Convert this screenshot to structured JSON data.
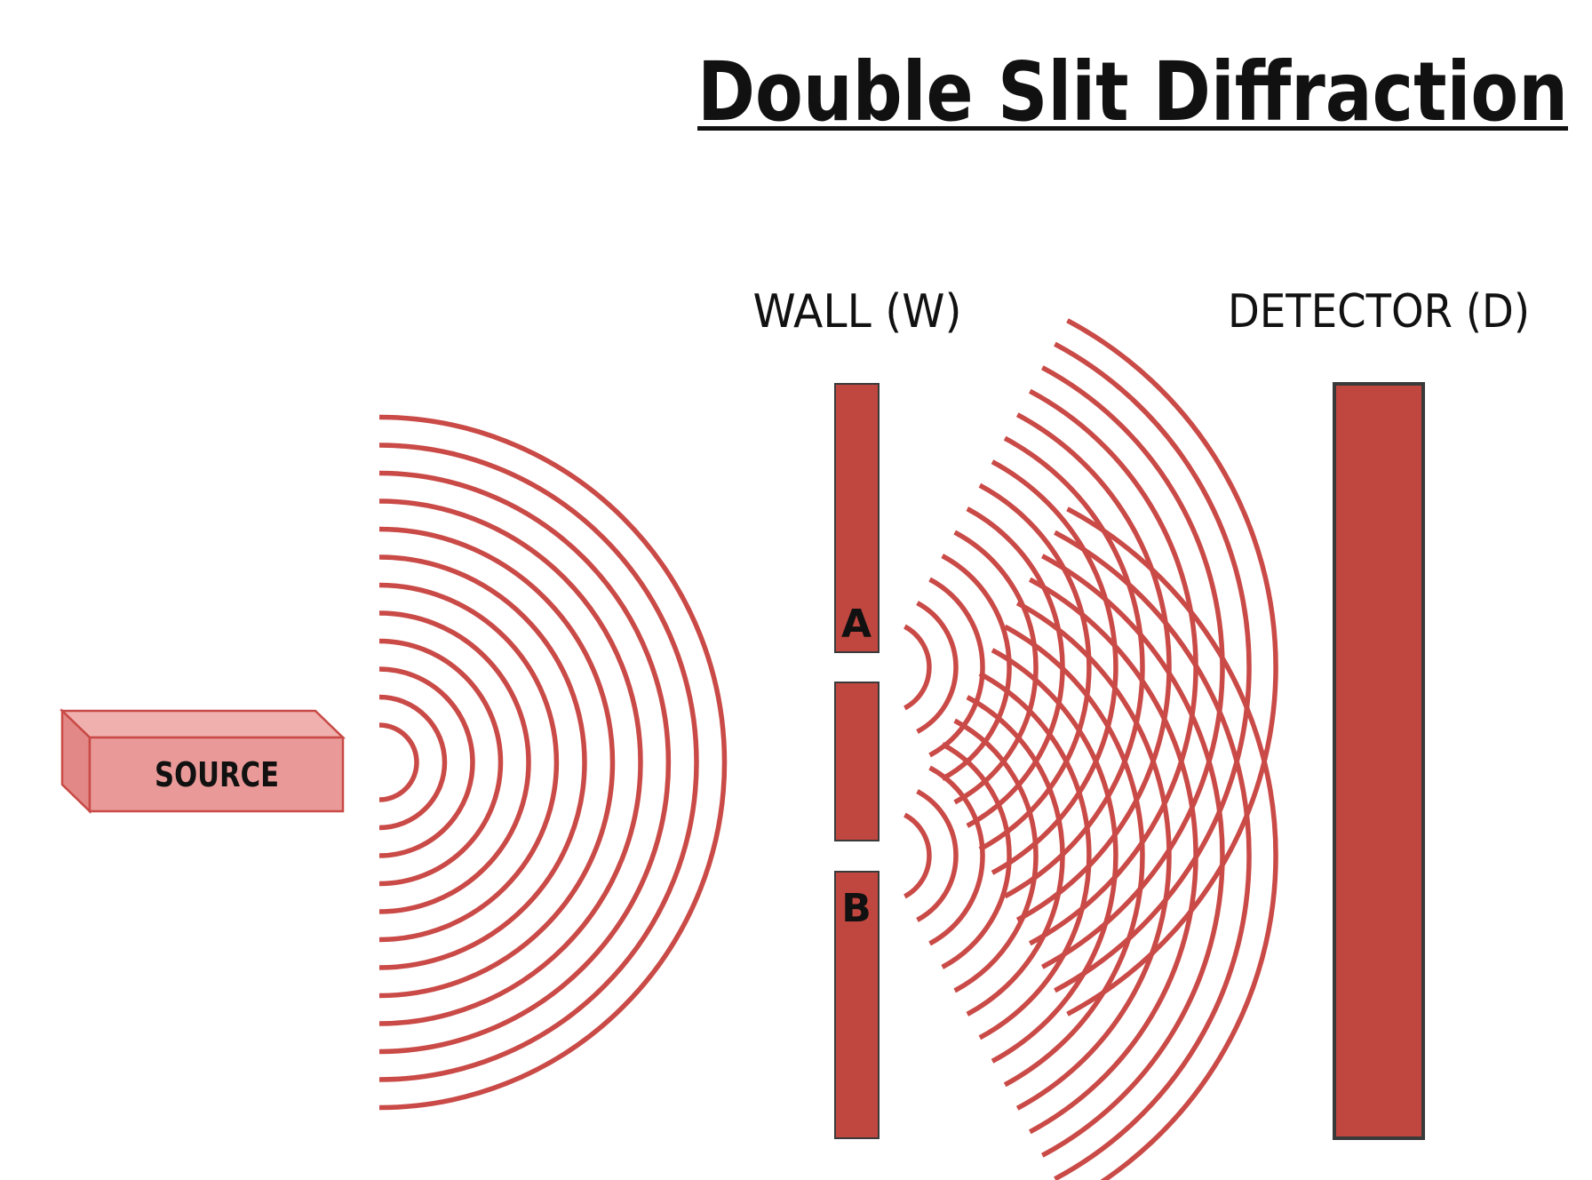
{
  "title": "Double Slit Diffraction",
  "wall_label": "WALL (W)",
  "detector_label": "DETECTOR (D)",
  "source_label": "SOURCE",
  "slit_a_label": "A",
  "slit_b_label": "B",
  "colors": {
    "wave": "#c94a46",
    "barrier": "#c0473f",
    "barrier_outline": "#3a3a3a",
    "source_front": "#e99a98",
    "source_side": "#e28886",
    "source_outline": "#c94a46",
    "text": "#111111"
  }
}
